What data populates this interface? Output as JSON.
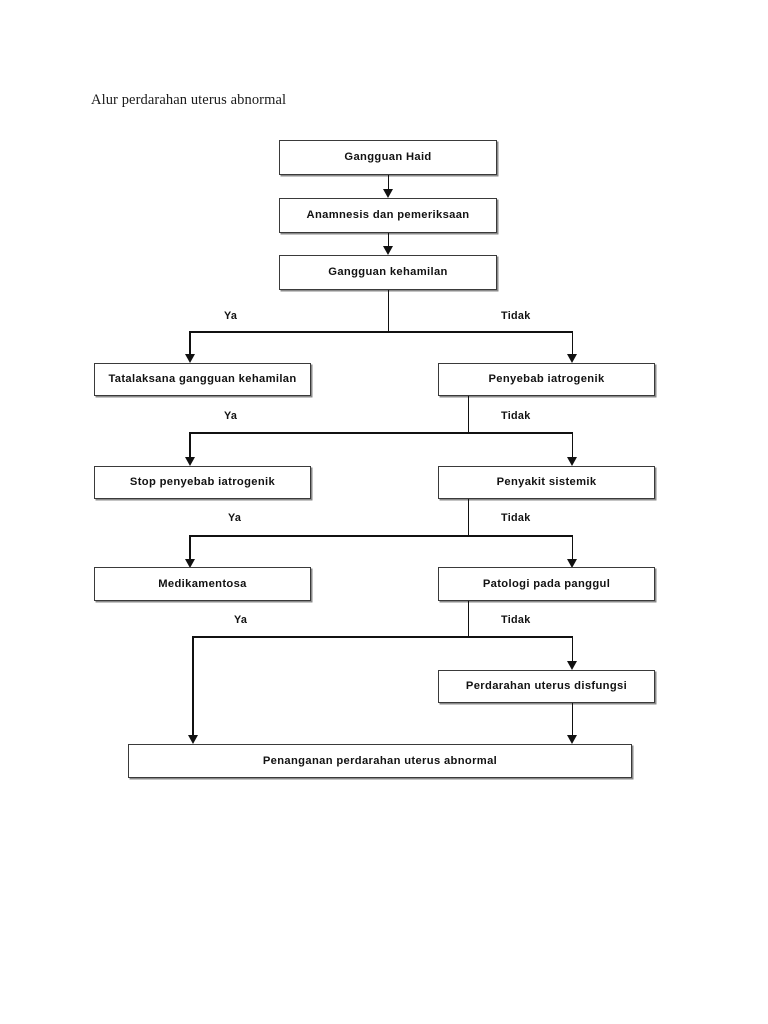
{
  "document": {
    "title": "Alur perdarahan uterus abnormal"
  },
  "flowchart": {
    "type": "flowchart",
    "orientation": "top-to-bottom",
    "nodes": [
      {
        "id": "n1",
        "label": "Gangguan Haid"
      },
      {
        "id": "n2",
        "label": "Anamnesis dan pemeriksaan"
      },
      {
        "id": "n3",
        "label": "Gangguan kehamilan"
      },
      {
        "id": "n4",
        "label": "Tatalaksana gangguan kehamilan"
      },
      {
        "id": "n5",
        "label": "Penyebab iatrogenik"
      },
      {
        "id": "n6",
        "label": "Stop penyebab iatrogenik"
      },
      {
        "id": "n7",
        "label": "Penyakit sistemik"
      },
      {
        "id": "n8",
        "label": "Medikamentosa"
      },
      {
        "id": "n9",
        "label": "Patologi pada panggul"
      },
      {
        "id": "n10",
        "label": "Perdarahan uterus disfungsi"
      },
      {
        "id": "n11",
        "label": "Penanganan perdarahan uterus abnormal"
      }
    ],
    "edge_labels": {
      "yes": "Ya",
      "no": "Tidak"
    },
    "branches": [
      {
        "from": "n3",
        "yes_label": "Ya",
        "yes_to": "n4",
        "no_label": "Tidak",
        "no_to": "n5"
      },
      {
        "from": "n5",
        "yes_label": "Ya",
        "yes_to": "n6",
        "no_label": "Tidak",
        "no_to": "n7"
      },
      {
        "from": "n7",
        "yes_label": "Ya",
        "yes_to": "n8",
        "no_label": "Tidak",
        "no_to": "n9"
      },
      {
        "from": "n9",
        "yes_label": "Ya",
        "yes_to": "n11",
        "no_label": "Tidak",
        "no_to": "n10"
      }
    ],
    "colors": {
      "box_border": "#3a3a3a",
      "box_fill": "#ffffff",
      "connector": "#111111",
      "text": "#121212",
      "page_background": "#ffffff"
    }
  }
}
